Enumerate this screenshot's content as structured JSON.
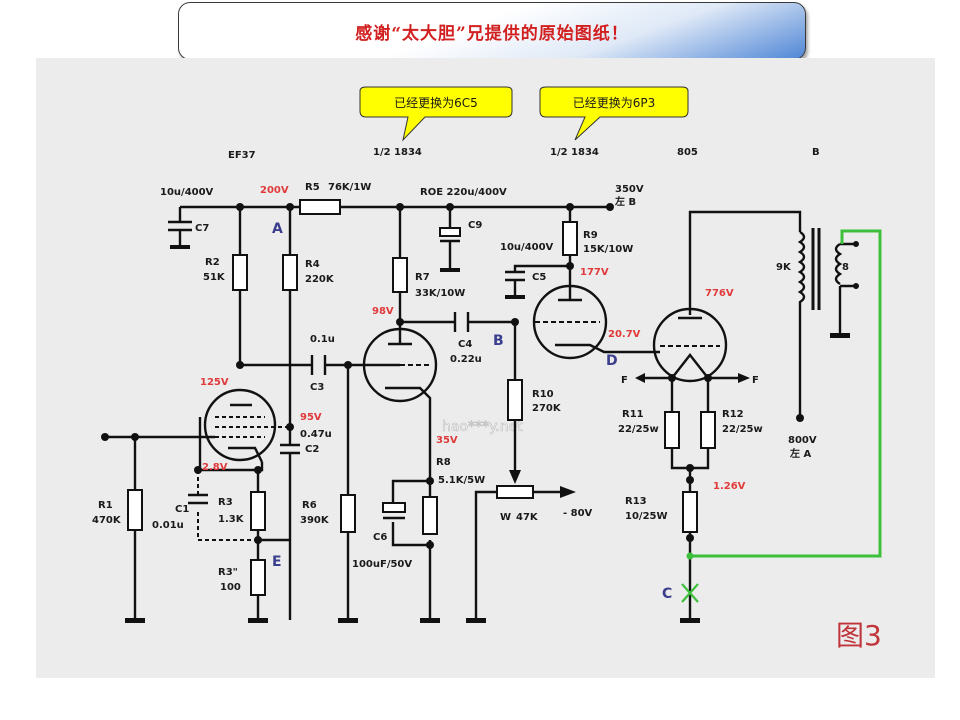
{
  "banner": {
    "text": "感谢“太大胆”兄提供的原始图纸！"
  },
  "callouts": [
    {
      "text": "已经更换为6C5"
    },
    {
      "text": "已经更换为6P3"
    }
  ],
  "tube_labels": {
    "ef37": "EF37",
    "t1834a": "1/2 1834",
    "t1834b": "1/2 1834",
    "t805": "805",
    "transformer": "B"
  },
  "components": {
    "c7": {
      "name": "C7",
      "value": "10u/400V"
    },
    "r5": {
      "name": "R5",
      "value": "76K/1W"
    },
    "c9": {
      "name": "C9",
      "value": "ROE 220u/400V"
    },
    "r2": {
      "name": "R2",
      "value": "51K"
    },
    "r4": {
      "name": "R4",
      "value": "220K"
    },
    "r7": {
      "name": "R7",
      "value": "33K/10W"
    },
    "r9": {
      "name": "R9",
      "value": "15K/10W"
    },
    "c5": {
      "name": "C5",
      "value": "10u/400V"
    },
    "c3": {
      "name": "C3",
      "value": "0.1u"
    },
    "c4": {
      "name": "C4",
      "value": "0.22u"
    },
    "c2": {
      "name": "C2",
      "value": "0.47u"
    },
    "r1": {
      "name": "R1",
      "value": "470K"
    },
    "c1": {
      "name": "C1",
      "value": "0.01u"
    },
    "r3": {
      "name": "R3",
      "value": "1.3K"
    },
    "r3b": {
      "name": "R3\"",
      "value": "100"
    },
    "r6": {
      "name": "R6",
      "value": "390K"
    },
    "r8": {
      "name": "R8",
      "value": "5.1K/5W"
    },
    "c6": {
      "name": "C6",
      "value": "100uF/50V"
    },
    "r10": {
      "name": "R10",
      "value": "270K"
    },
    "w": {
      "name": "W",
      "value": "47K"
    },
    "r11": {
      "name": "R11",
      "value": "22/25w"
    },
    "r12": {
      "name": "R12",
      "value": "22/25w"
    },
    "r13": {
      "name": "R13",
      "value": "10/25W"
    },
    "primary": {
      "value": "9K"
    },
    "secondary": {
      "value": "8"
    }
  },
  "voltages": {
    "v200": "200V",
    "v125": "125V",
    "v95": "95V",
    "v28": "2.8V",
    "v98": "98V",
    "v35": "35V",
    "v177": "177V",
    "v207": "20.7V",
    "v776": "776V",
    "v126": "1.26V"
  },
  "supplies": {
    "b_plus": "350V",
    "b_plus_note": "左 B",
    "hv": "800V",
    "hv_note": "左 A",
    "bias": "- 80V"
  },
  "nodes": {
    "a": "A",
    "b": "B",
    "c": "C",
    "d": "D",
    "e": "E",
    "f1": "F",
    "f2": "F"
  },
  "watermark": "hao***y.net",
  "figure_label": "图3",
  "colors": {
    "title_red": "#d21f1f",
    "voltage_red": "#e03a3a",
    "node_blue": "#3a3e8c",
    "mod_wire_green": "#3cc03c",
    "callout_yellow": "#ffff00"
  }
}
